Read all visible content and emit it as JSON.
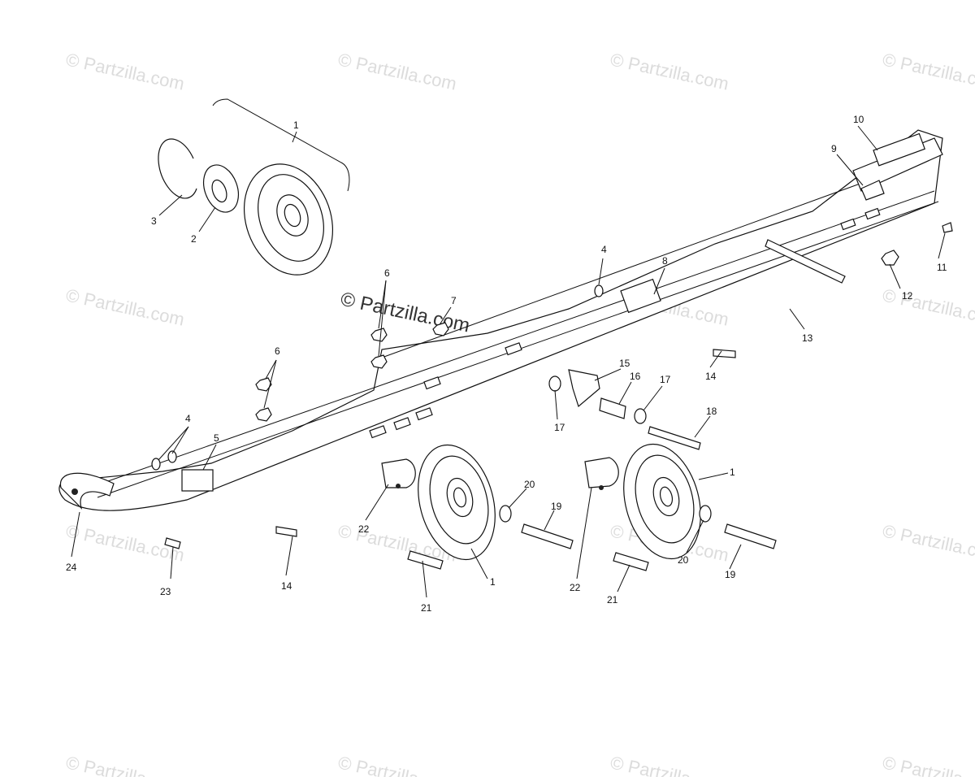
{
  "watermark": "© Partzilla.com",
  "callouts": [
    "1",
    "2",
    "3",
    "4",
    "5",
    "6",
    "7",
    "8",
    "9",
    "10",
    "11",
    "12",
    "13",
    "14",
    "15",
    "16",
    "17",
    "18",
    "19",
    "20",
    "21",
    "22",
    "23",
    "24"
  ]
}
